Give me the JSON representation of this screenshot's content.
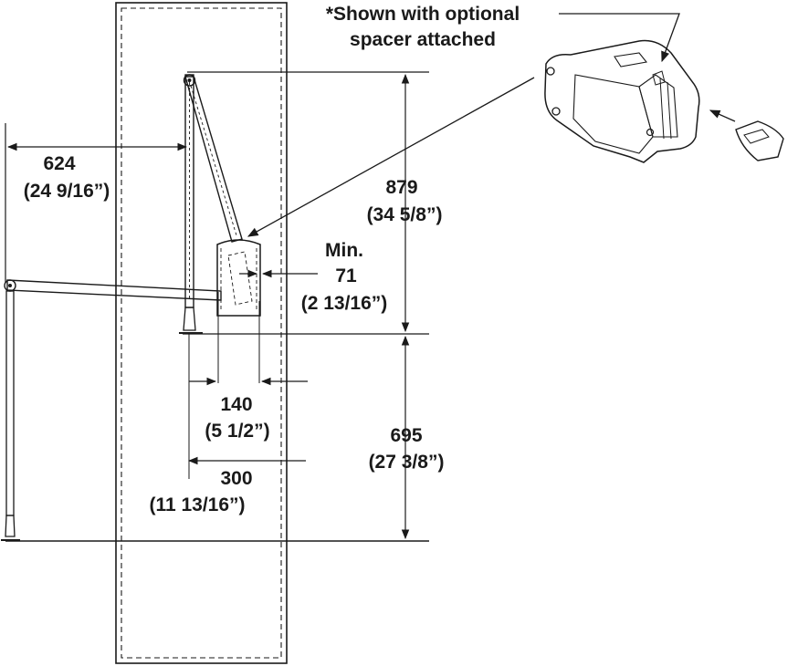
{
  "note": {
    "line1": "*Shown with optional",
    "line2": "spacer attached"
  },
  "dimensions": {
    "reach": {
      "metric": "624",
      "imperial": "(24 9/16”)"
    },
    "upper_height": {
      "metric": "879",
      "imperial": "(34 5/8”)"
    },
    "lower_height": {
      "metric": "695",
      "imperial": "(27 3/8”)"
    },
    "min_gap": {
      "prefix": "Min.",
      "metric": "71",
      "imperial": "(2 13/16”)"
    },
    "unit_width": {
      "metric": "140",
      "imperial": "(5 1/2”)"
    },
    "mount_width": {
      "metric": "300",
      "imperial": "(11 13/16”)"
    }
  },
  "colors": {
    "line": "#1a1a1a",
    "housing_shade": "#cfcfcf",
    "rail_fill": "#ffffff"
  }
}
